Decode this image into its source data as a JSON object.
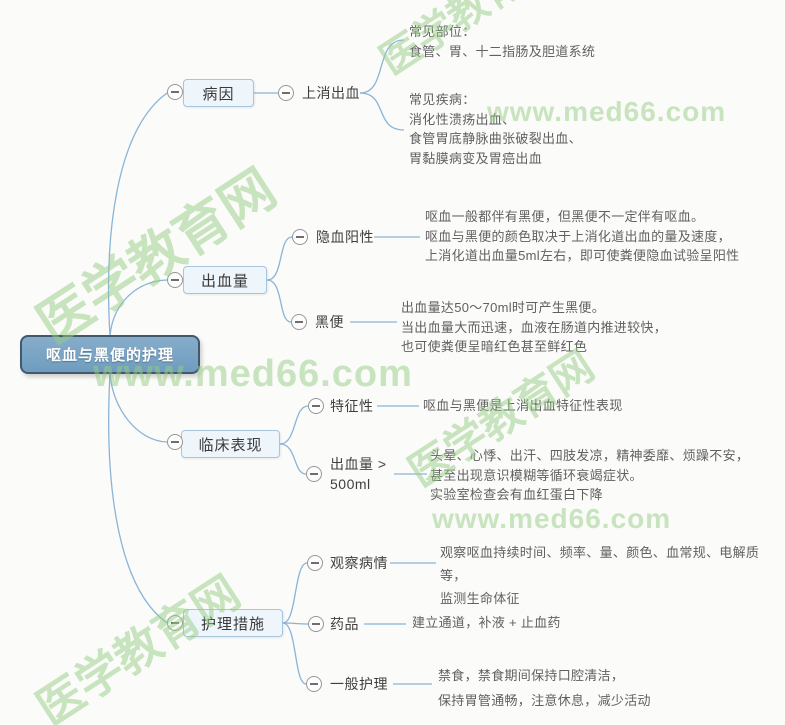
{
  "root": {
    "label": "呕血与黑便的护理"
  },
  "watermark": {
    "brand": "医学教育网",
    "site": "www.med66.com",
    "color": "#96cd82"
  },
  "colors": {
    "root_fill": "#7ca6c4",
    "root_border": "#42586b",
    "root_text": "#ffffff",
    "branch_fill": "#eef5fb",
    "branch_border": "#a6c6df",
    "connector_line": "#8ab4d6",
    "note_text": "#616161",
    "background": "#fbfbfa"
  },
  "branches": [
    {
      "label": "病因",
      "children": [
        {
          "label": "上消出血",
          "notes": [
            "常见部位：\n食管、胃、十二指肠及胆道系统",
            "常见疾病：\n消化性溃疡出血、\n食管胃底静脉曲张破裂出血、\n胃黏膜病变及胃癌出血"
          ]
        }
      ]
    },
    {
      "label": "出血量",
      "children": [
        {
          "label": "隐血阳性",
          "notes": [
            "呕血一般都伴有黑便，但黑便不一定伴有呕血。\n呕血与黑便的颜色取决于上消化道出血的量及速度，\n上消化道出血量5ml左右，即可使粪便隐血试验呈阳性"
          ]
        },
        {
          "label": "黑便",
          "notes": [
            "出血量达50～70ml时可产生黑便。\n当出血量大而迅速，血液在肠道内推进较快，\n也可使粪便呈暗红色甚至鲜红色"
          ]
        }
      ]
    },
    {
      "label": "临床表现",
      "children": [
        {
          "label": "特征性",
          "notes": [
            "呕血与黑便是上消出血特征性表现"
          ]
        },
        {
          "label": "出血量 >\n500ml",
          "notes": [
            "头晕、心悸、出汗、四肢发凉，精神委靡、烦躁不安，\n甚至出现意识模糊等循环衰竭症状。\n实验室检查会有血红蛋白下降"
          ]
        }
      ]
    },
    {
      "label": "护理措施",
      "children": [
        {
          "label": "观察病情",
          "notes": [
            "观察呕血持续时间、频率、量、颜色、血常规、电解质等，\n监测生命体征"
          ]
        },
        {
          "label": "药品",
          "notes": [
            "建立通道，补液 + 止血药"
          ]
        },
        {
          "label": "一般护理",
          "notes": [
            "禁食，禁食期间保持口腔清洁，\n保持胃管通畅，注意休息，减少活动"
          ]
        }
      ]
    }
  ]
}
